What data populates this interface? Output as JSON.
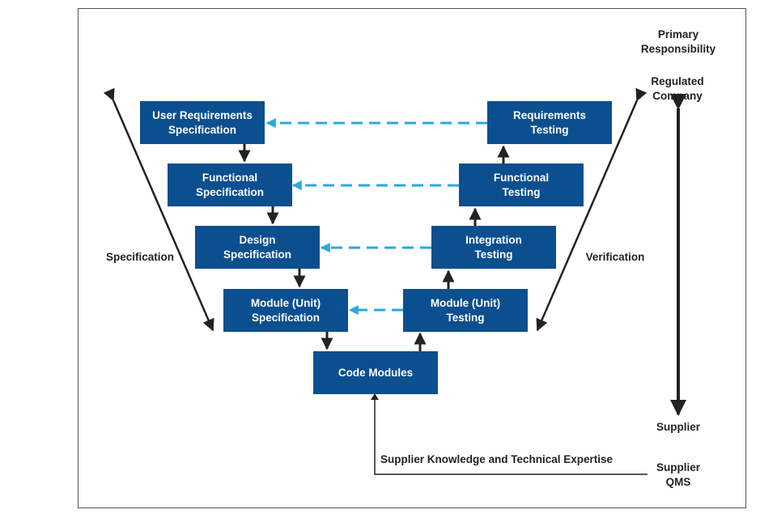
{
  "diagram": {
    "boxes": {
      "urs": "User Requirements\nSpecification",
      "fs": "Functional\nSpecification",
      "ds": "Design\nSpecification",
      "ms": "Module (Unit)\nSpecification",
      "code": "Code Modules",
      "mt": "Module (Unit)\nTesting",
      "it": "Integration\nTesting",
      "ft": "Functional\nTesting",
      "rt": "Requirements\nTesting"
    },
    "labels": {
      "specification": "Specification",
      "verification": "Verification",
      "primary_responsibility": "Primary\nResponsibility",
      "regulated_company": "Regulated\nCompany",
      "supplier": "Supplier",
      "supplier_qms": "Supplier\nQMS",
      "supplier_knowledge": "Supplier Knowledge and Technical Expertise"
    },
    "colors": {
      "box_fill": "#0b4f8f",
      "dashed_arrow": "#29a9e0",
      "arrow": "#222222"
    }
  }
}
